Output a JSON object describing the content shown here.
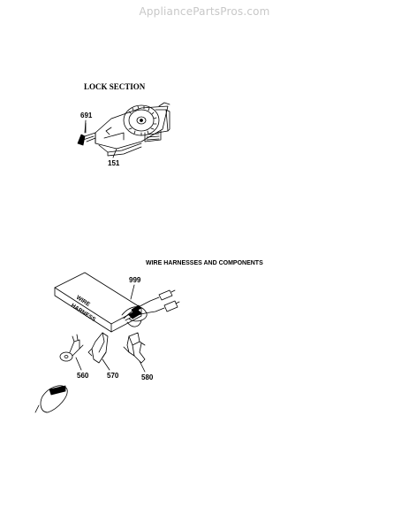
{
  "watermark": "AppliancePartsPros.com",
  "lock_section": {
    "title": "LOCK SECTION",
    "parts": [
      "691",
      "151"
    ]
  },
  "wire_section": {
    "title": "WIRE HARNESSES AND COMPONENTS",
    "parts": [
      "999",
      "560",
      "570",
      "580"
    ],
    "box_label_line1": "WIRE",
    "box_label_line2": "HARNESS"
  },
  "colors": {
    "ink": "#000000",
    "watermark": "#c8c8c8",
    "background": "#ffffff"
  }
}
